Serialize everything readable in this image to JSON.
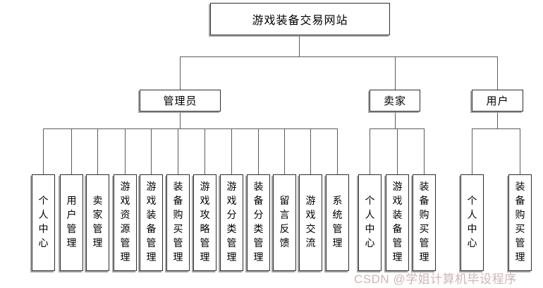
{
  "diagram": {
    "title": "游戏装备交易网站",
    "root": {
      "label": "游戏装备交易网站"
    },
    "branches": [
      {
        "label": "管理员",
        "children": [
          "个人中心",
          "用户管理",
          "卖家管理",
          "游戏资源管理",
          "游戏装备管理",
          "装备购买管理",
          "游戏攻略管理",
          "游戏分类管理",
          "装备分类管理",
          "留言反馈",
          "游戏交流",
          "系统管理"
        ]
      },
      {
        "label": "卖家",
        "children": [
          "个人中心",
          "游戏装备管理",
          "装备购买管理"
        ]
      },
      {
        "label": "用户",
        "children": [
          "个人中心",
          "装备购买管理"
        ]
      }
    ]
  },
  "watermark": {
    "text": "CSDN @学姐计算机毕设程序"
  },
  "colors": {
    "background": "#ffffff",
    "box_border": "#2e2e2e",
    "box_shadow": "#919191",
    "connector": "#5c5c5c",
    "watermark": "#ccb7b4"
  }
}
